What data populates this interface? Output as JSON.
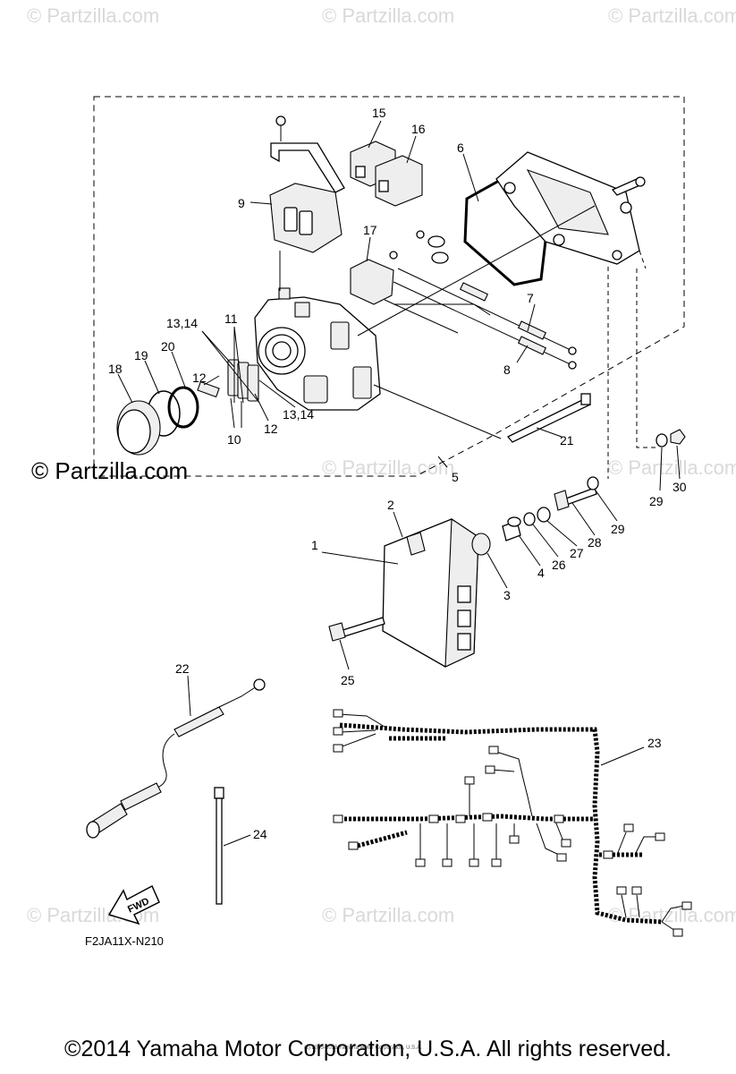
{
  "watermarks": {
    "faint": "© Partzilla.com",
    "strong": "© Partzilla.com"
  },
  "callouts": {
    "c1": "1",
    "c2": "2",
    "c3": "3",
    "c4": "4",
    "c5": "5",
    "c6": "6",
    "c7": "7",
    "c8": "8",
    "c9": "9",
    "c10": "10",
    "c11": "11",
    "c12a": "12",
    "c12b": "12",
    "c13a": "13,14",
    "c13b": "13,14",
    "c15": "15",
    "c16": "16",
    "c17": "17",
    "c18": "18",
    "c19": "19",
    "c20": "20",
    "c21": "21",
    "c22": "22",
    "c23": "23",
    "c24": "24",
    "c25": "25",
    "c26": "26",
    "c27": "27",
    "c28": "28",
    "c29a": "29",
    "c29b": "29",
    "c30": "30"
  },
  "fwd_label": "FWD",
  "diagram_code": "F2JA11X-N210",
  "tiny_notice": "(c) 2005-2016 Yamaha Motor Corporation, U.S.A.",
  "copyright": "©2014 Yamaha Motor Corporation, U.S.A. All rights reserved."
}
